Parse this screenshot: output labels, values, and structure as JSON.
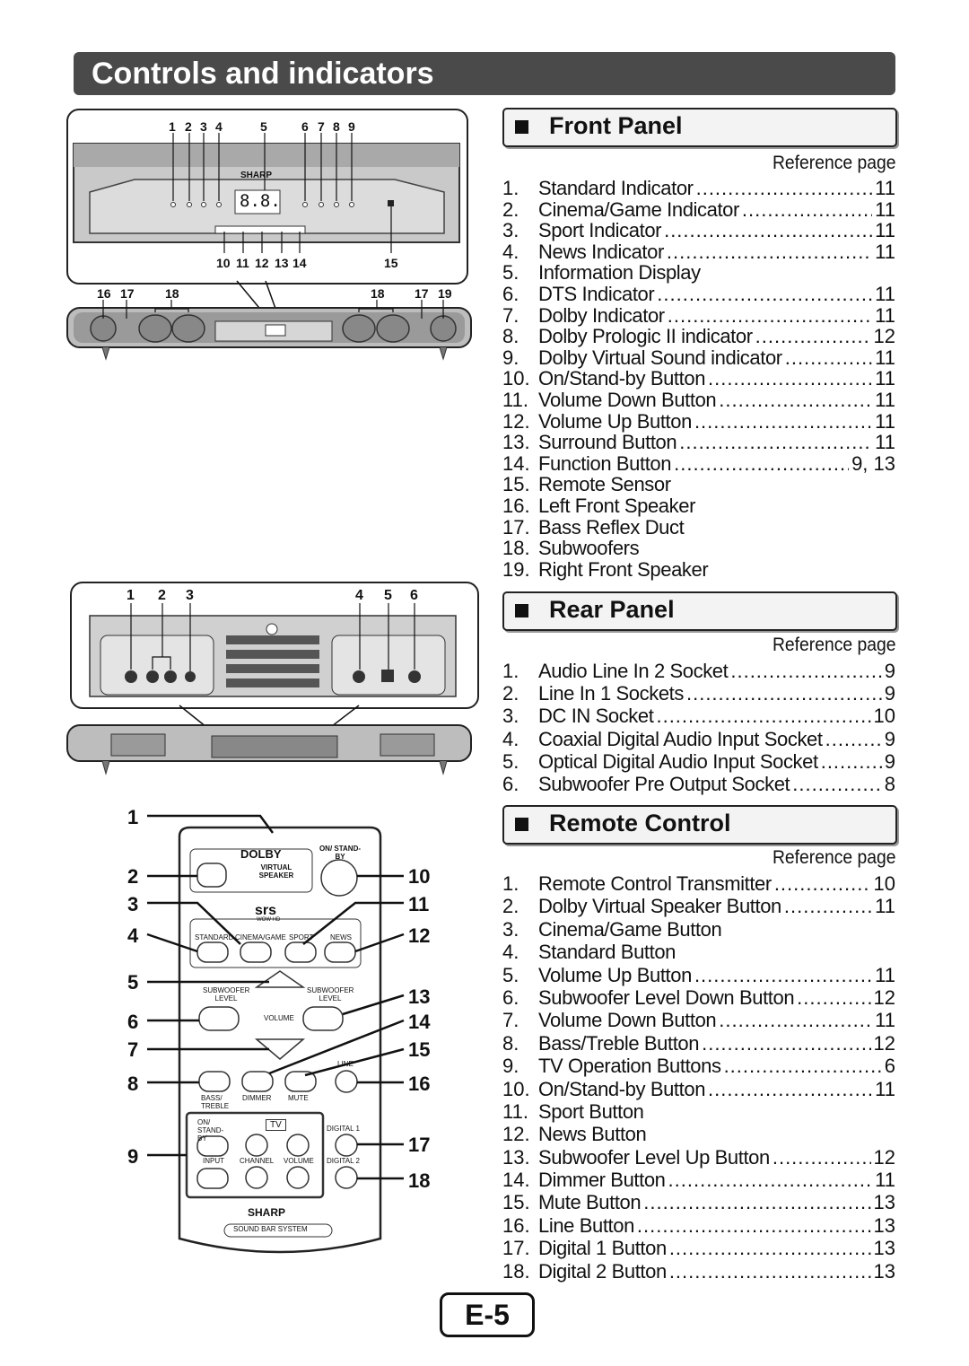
{
  "page_title": "Controls and indicators",
  "front_panel": {
    "heading": "Front Panel",
    "ref_label": "Reference page",
    "figure_numbers_top": [
      "1",
      "2",
      "3",
      "4",
      "5",
      "6",
      "7",
      "8",
      "9"
    ],
    "figure_numbers_bottom": [
      "10",
      "11",
      "12",
      "13",
      "14",
      "15"
    ],
    "figure_numbers_bar": [
      "16",
      "17",
      "18",
      "18",
      "17",
      "19"
    ],
    "brand": "SHARP",
    "display_digits": "8.8.",
    "items": [
      {
        "n": "1.",
        "t": "Standard Indicator",
        "p": "11"
      },
      {
        "n": "2.",
        "t": "Cinema/Game Indicator",
        "p": "11"
      },
      {
        "n": "3.",
        "t": "Sport Indicator",
        "p": "11"
      },
      {
        "n": "4.",
        "t": "News Indicator",
        "p": "11"
      },
      {
        "n": "5.",
        "t": "Information Display",
        "p": ""
      },
      {
        "n": "6.",
        "t": "DTS Indicator",
        "p": "11"
      },
      {
        "n": "7.",
        "t": "Dolby Indicator",
        "p": "11"
      },
      {
        "n": "8.",
        "t": "Dolby Prologic II indicator",
        "p": "12"
      },
      {
        "n": "9.",
        "t": "Dolby Virtual Sound indicator",
        "p": "11"
      },
      {
        "n": "10.",
        "t": "On/Stand-by Button",
        "p": "11"
      },
      {
        "n": "11.",
        "t": "Volume Down Button",
        "p": "11"
      },
      {
        "n": "12.",
        "t": "Volume Up Button",
        "p": "11"
      },
      {
        "n": "13.",
        "t": "Surround Button",
        "p": "11"
      },
      {
        "n": "14.",
        "t": "Function Button",
        "p": "9, 13"
      },
      {
        "n": "15.",
        "t": "Remote Sensor",
        "p": ""
      },
      {
        "n": "16.",
        "t": "Left Front Speaker",
        "p": ""
      },
      {
        "n": "17.",
        "t": "Bass Reflex Duct",
        "p": ""
      },
      {
        "n": "18.",
        "t": "Subwoofers",
        "p": ""
      },
      {
        "n": "19.",
        "t": "Right Front Speaker",
        "p": ""
      }
    ]
  },
  "rear_panel": {
    "heading": "Rear Panel",
    "ref_label": "Reference page",
    "figure_numbers": [
      "1",
      "2",
      "3",
      "4",
      "5",
      "6"
    ],
    "items": [
      {
        "n": "1.",
        "t": "Audio Line In 2 Socket",
        "p": "9"
      },
      {
        "n": "2.",
        "t": "Line In 1 Sockets",
        "p": "9"
      },
      {
        "n": "3.",
        "t": "DC IN Socket",
        "p": "10"
      },
      {
        "n": "4.",
        "t": "Coaxial Digital Audio Input Socket",
        "p": "9"
      },
      {
        "n": "5.",
        "t": "Optical Digital Audio Input Socket",
        "p": "9"
      },
      {
        "n": "6.",
        "t": "Subwoofer Pre Output Socket",
        "p": "8"
      }
    ]
  },
  "remote_control": {
    "heading": "Remote Control",
    "ref_label": "Reference page",
    "figure_numbers_left": [
      "1",
      "2",
      "3",
      "4",
      "5",
      "6",
      "7",
      "8",
      "9"
    ],
    "figure_numbers_right": [
      "10",
      "11",
      "12",
      "13",
      "14",
      "15",
      "16",
      "17",
      "18"
    ],
    "labels": {
      "dolby": "DOLBY",
      "virtual_speaker": "VIRTUAL SPEAKER",
      "on_standby": "ON/ STAND-BY",
      "srs": "srs",
      "wow_hd": "WOW HD",
      "standard": "STANDARD",
      "cinema_game": "CINEMA/GAME",
      "sport": "SPORT",
      "news": "NEWS",
      "subwoofer_level": "SUBWOOFER LEVEL",
      "volume": "VOLUME",
      "bass_treble": "BASS/ TREBLE",
      "dimmer": "DIMMER",
      "mute": "MUTE",
      "line": "LINE",
      "tv": "TV",
      "tv_on_standby": "ON/ STAND-BY",
      "input": "INPUT",
      "channel": "CHANNEL",
      "tv_volume": "VOLUME",
      "digital1": "DIGITAL 1",
      "digital2": "DIGITAL 2",
      "brand": "SHARP",
      "system": "SOUND BAR SYSTEM"
    },
    "items": [
      {
        "n": "1.",
        "t": "Remote Control Transmitter",
        "p": "10"
      },
      {
        "n": "2.",
        "t": "Dolby Virtual Speaker Button",
        "p": "11"
      },
      {
        "n": "3.",
        "t": "Cinema/Game Button",
        "p": ""
      },
      {
        "n": "4.",
        "t": "Standard Button",
        "p": ""
      },
      {
        "n": "5.",
        "t": "Volume Up Button",
        "p": "11"
      },
      {
        "n": "6.",
        "t": "Subwoofer Level Down Button",
        "p": "12"
      },
      {
        "n": "7.",
        "t": "Volume Down Button",
        "p": "11"
      },
      {
        "n": "8.",
        "t": "Bass/Treble Button",
        "p": "12"
      },
      {
        "n": "9.",
        "t": "TV Operation Buttons",
        "p": "6"
      },
      {
        "n": "10.",
        "t": "On/Stand-by Button",
        "p": "11"
      },
      {
        "n": "11.",
        "t": "Sport Button",
        "p": ""
      },
      {
        "n": "12.",
        "t": "News Button",
        "p": ""
      },
      {
        "n": "13.",
        "t": "Subwoofer Level Up Button",
        "p": "12"
      },
      {
        "n": "14.",
        "t": "Dimmer Button",
        "p": "11"
      },
      {
        "n": "15.",
        "t": "Mute Button",
        "p": "13"
      },
      {
        "n": "16.",
        "t": "Line Button",
        "p": "13"
      },
      {
        "n": "17.",
        "t": "Digital 1 Button",
        "p": "13"
      },
      {
        "n": "18.",
        "t": "Digital 2 Button",
        "p": "13"
      }
    ]
  },
  "page_number": "E-5"
}
